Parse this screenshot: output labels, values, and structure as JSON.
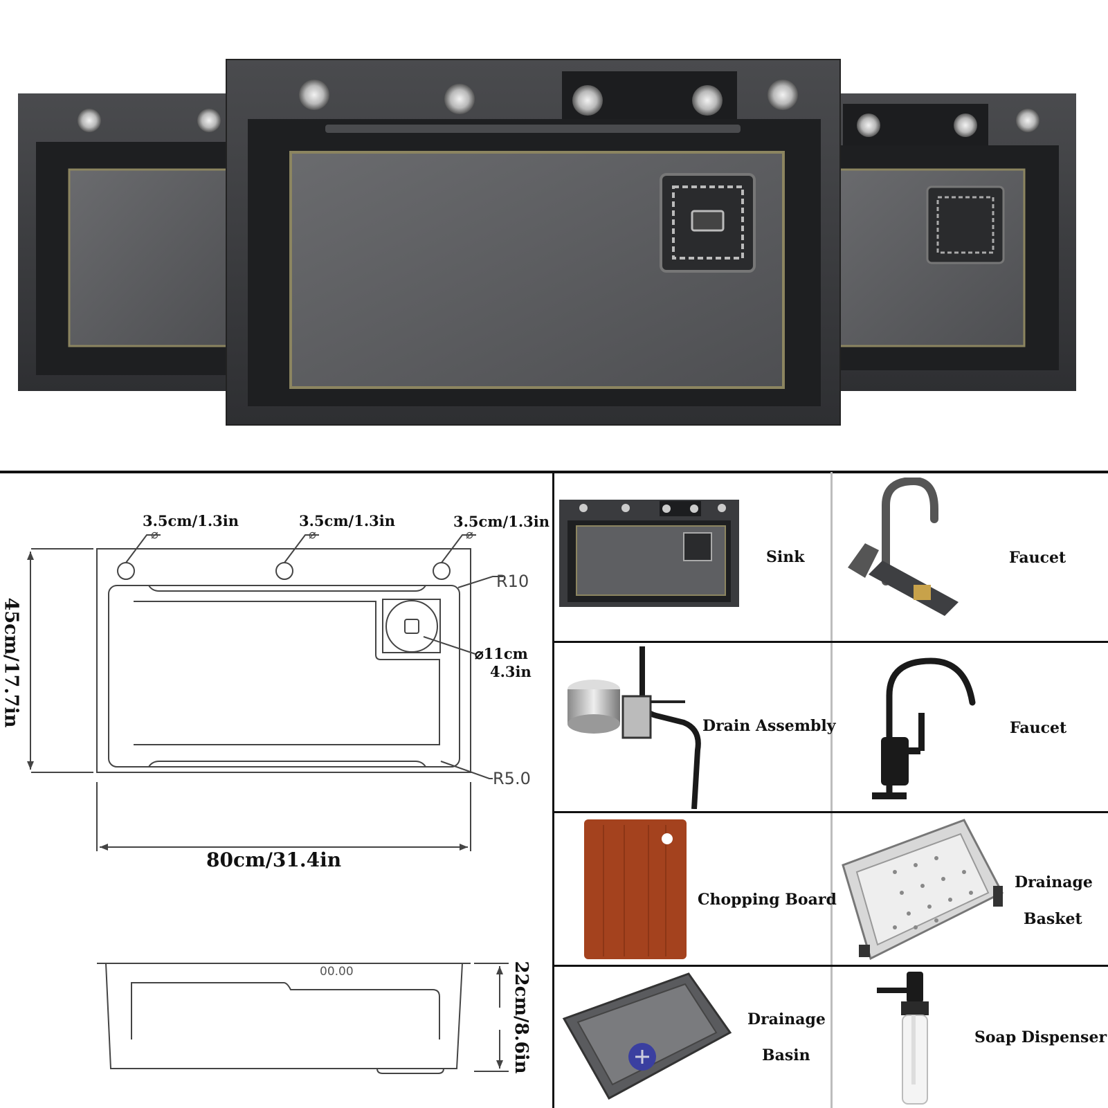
{
  "diagram": {
    "hole_top_1": "3.5cm/1.3in",
    "hole_top_2": "3.5cm/1.3in",
    "hole_top_3": "3.5cm/1.3in",
    "diameter_symbol": "⌀",
    "r10": "R10",
    "r5": "R5.0",
    "drain_dia_cm": "⌀11cm",
    "drain_dia_in": "4.3in",
    "height": "45cm/17.7in",
    "width": "80cm/31.4in",
    "depth": "22cm/8.6in",
    "side_mark": "00.00"
  },
  "accessories": [
    {
      "label": "Sink"
    },
    {
      "label": "Faucet"
    },
    {
      "label": "Drain Assembly"
    },
    {
      "label": "Faucet"
    },
    {
      "label": "Chopping Board"
    },
    {
      "label": "Drainage",
      "label2": "Basket"
    },
    {
      "label": "Drainage",
      "label2": "Basin"
    },
    {
      "label": "Soap Dispenser"
    }
  ],
  "colors": {
    "sink_body": "#3a3b3e",
    "sink_inner": "#5a5b5e",
    "gold_edge": "#8c8560",
    "board": "#a4421e",
    "faucet_gold": "#c8a24a"
  }
}
